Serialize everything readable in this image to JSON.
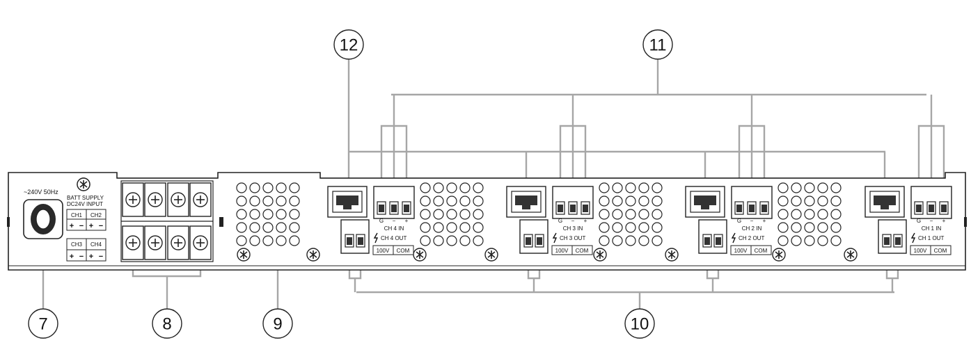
{
  "panel": {
    "power_label": "~240V 50Hz",
    "batt_line1": "BATT SUPPLY",
    "batt_line2": "DC24V INPUT",
    "batt_channels": [
      "CH1",
      "CH2",
      "CH3",
      "CH4"
    ],
    "plus": "+",
    "minus": "−"
  },
  "channels": [
    {
      "in_label": "CH 4 IN",
      "out_label": "CH 4 OUT"
    },
    {
      "in_label": "CH 3 IN",
      "out_label": "CH 3 OUT"
    },
    {
      "in_label": "CH 2 IN",
      "out_label": "CH 2 OUT"
    },
    {
      "in_label": "CH 1 IN",
      "out_label": "CH 1 OUT"
    }
  ],
  "terminal_pins": [
    "G",
    "−",
    "+"
  ],
  "out_tags": [
    "100V",
    "COM"
  ],
  "callouts": {
    "power_inlet": "7",
    "speaker_terminals": "8",
    "vent": "9",
    "outputs": "10",
    "inputs": "11",
    "network": "12"
  }
}
